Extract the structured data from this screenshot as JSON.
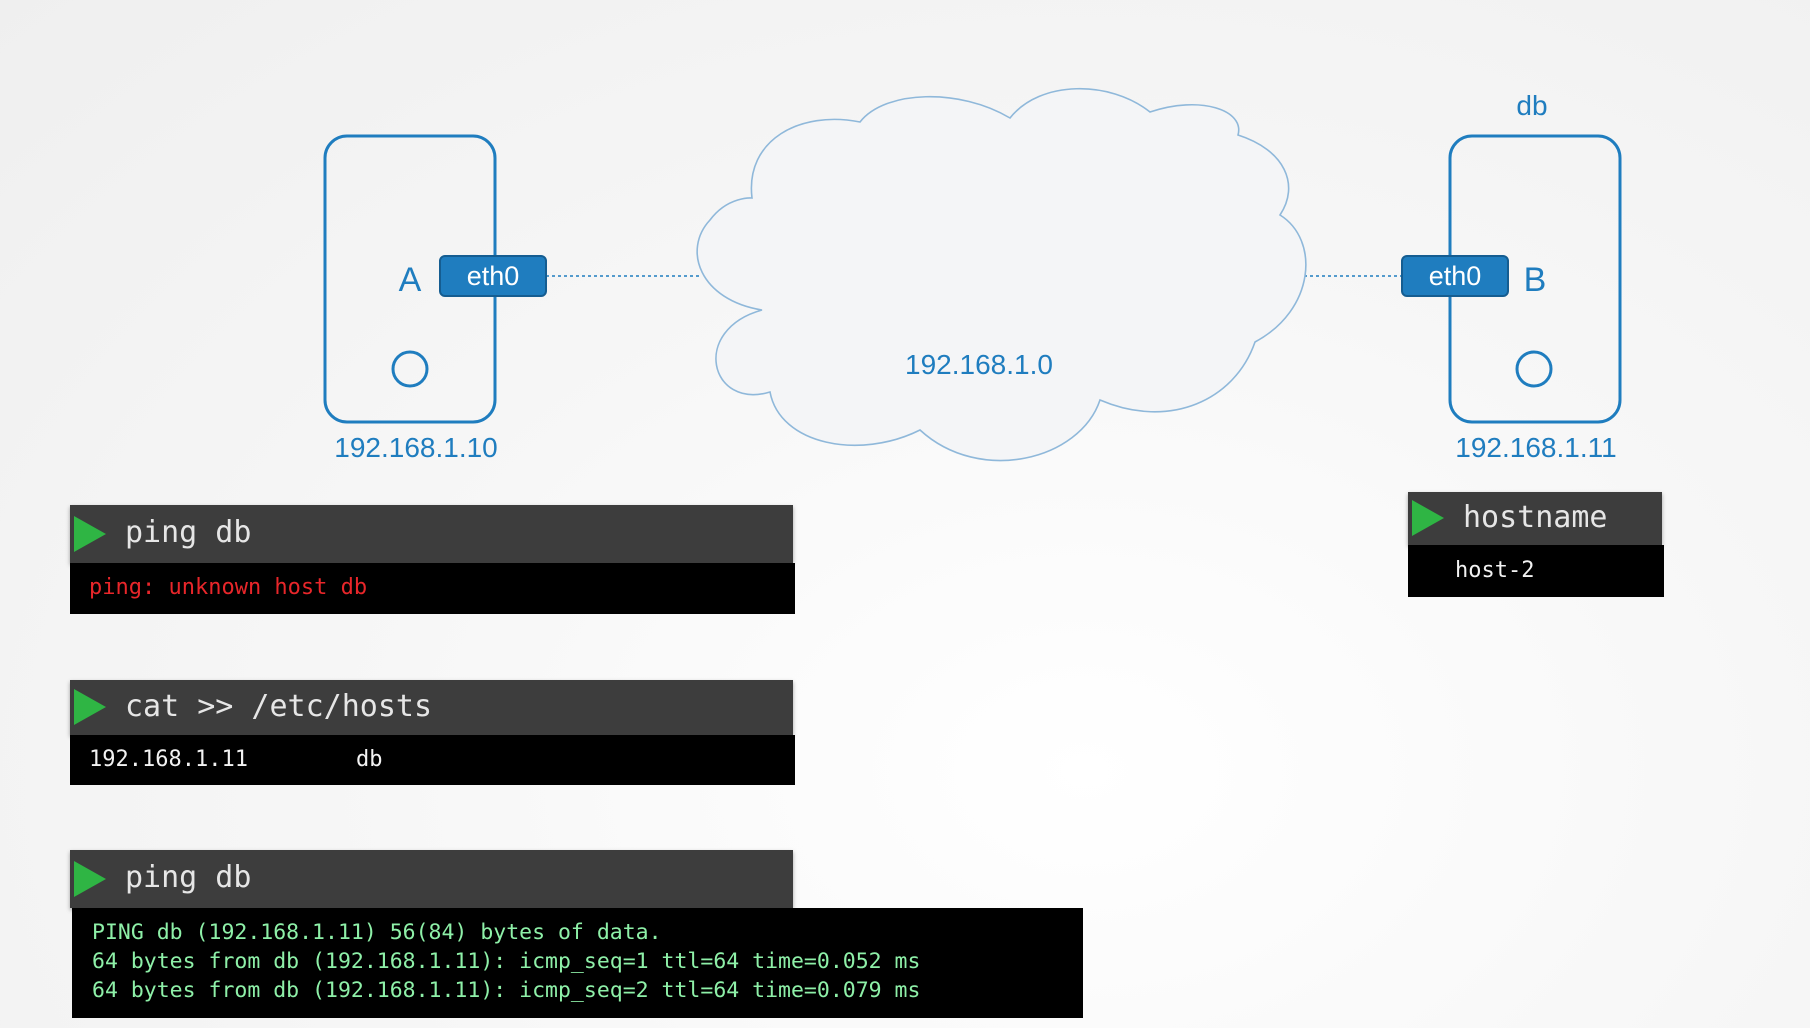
{
  "colors": {
    "accent": "#1f7dbf",
    "cloud_stroke": "#8fb8da",
    "terminal_header": "#3d3d3d",
    "terminal_body": "#000000",
    "play_icon": "#2fb544",
    "error_text": "#e8262a",
    "success_text": "#8ef0a8"
  },
  "network": {
    "cloud_label": "192.168.1.0"
  },
  "host_a": {
    "name": "A",
    "interface": "eth0",
    "ip": "192.168.1.10"
  },
  "host_b": {
    "hostname_label": "db",
    "name": "B",
    "interface": "eth0",
    "ip": "192.168.1.11"
  },
  "terminals": {
    "ping_fail": {
      "command": "ping db",
      "output": "ping: unknown host db"
    },
    "hosts_file": {
      "command": "cat >> /etc/hosts",
      "output_ip": "192.168.1.11",
      "output_name": "db"
    },
    "ping_success": {
      "command": "ping db",
      "output_lines": [
        "PING db (192.168.1.11) 56(84) bytes of data.",
        "64 bytes from db (192.168.1.11): icmp_seq=1 ttl=64 time=0.052 ms",
        "64 bytes from db (192.168.1.11): icmp_seq=2 ttl=64 time=0.079 ms"
      ]
    },
    "hostname": {
      "command": "hostname",
      "output": "host-2"
    }
  }
}
